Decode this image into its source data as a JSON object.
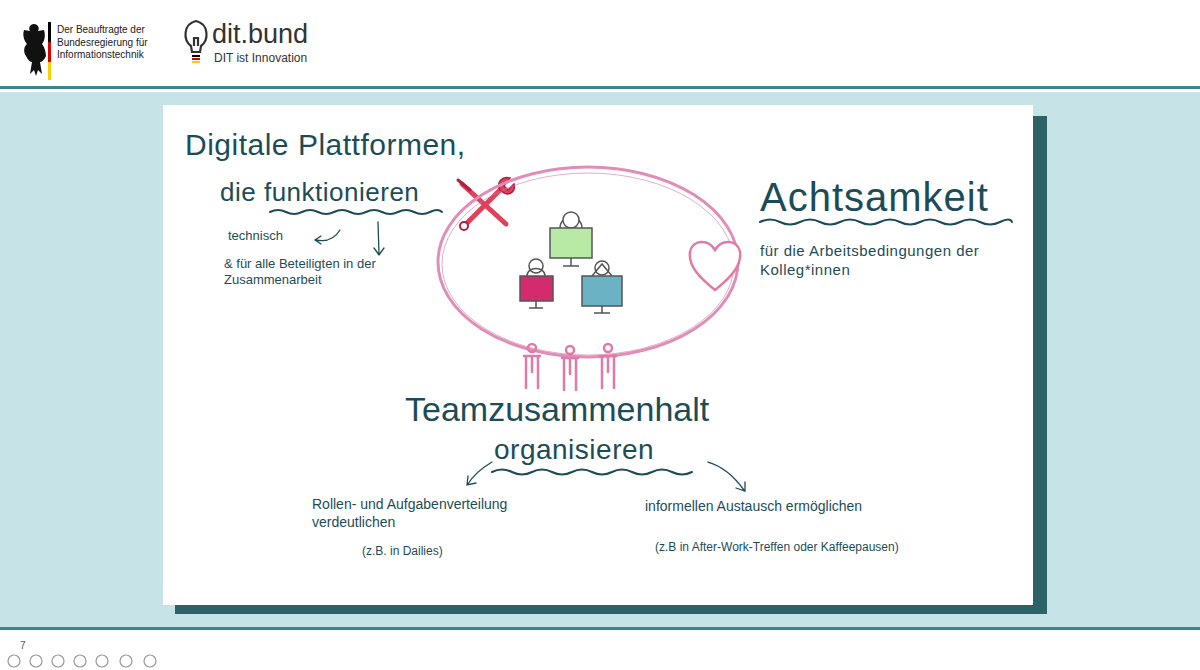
{
  "diagram": {
    "labels": [
      "Der Beauftragte der Bundesregierung für Informationstechnik",
      "dit.bund",
      "DIT ist Innovation",
      "Digitale Plattformen,",
      "die funktionieren",
      "technisch",
      "& für alle Beteiligten in der Zusammenarbeit",
      "Achtsamkeit",
      "für die Arbeitsbedingungen der Kolleg*innen",
      "Teamzusammenhalt",
      "organisieren",
      "Rollen- und Aufgabenverteilung verdeutlichen",
      "(z.B. in Dailies)",
      "informellen Austausch ermöglichen",
      "(z.B in After-Work-Treffen oder Kaffeepausen)",
      "7"
    ]
  }
}
